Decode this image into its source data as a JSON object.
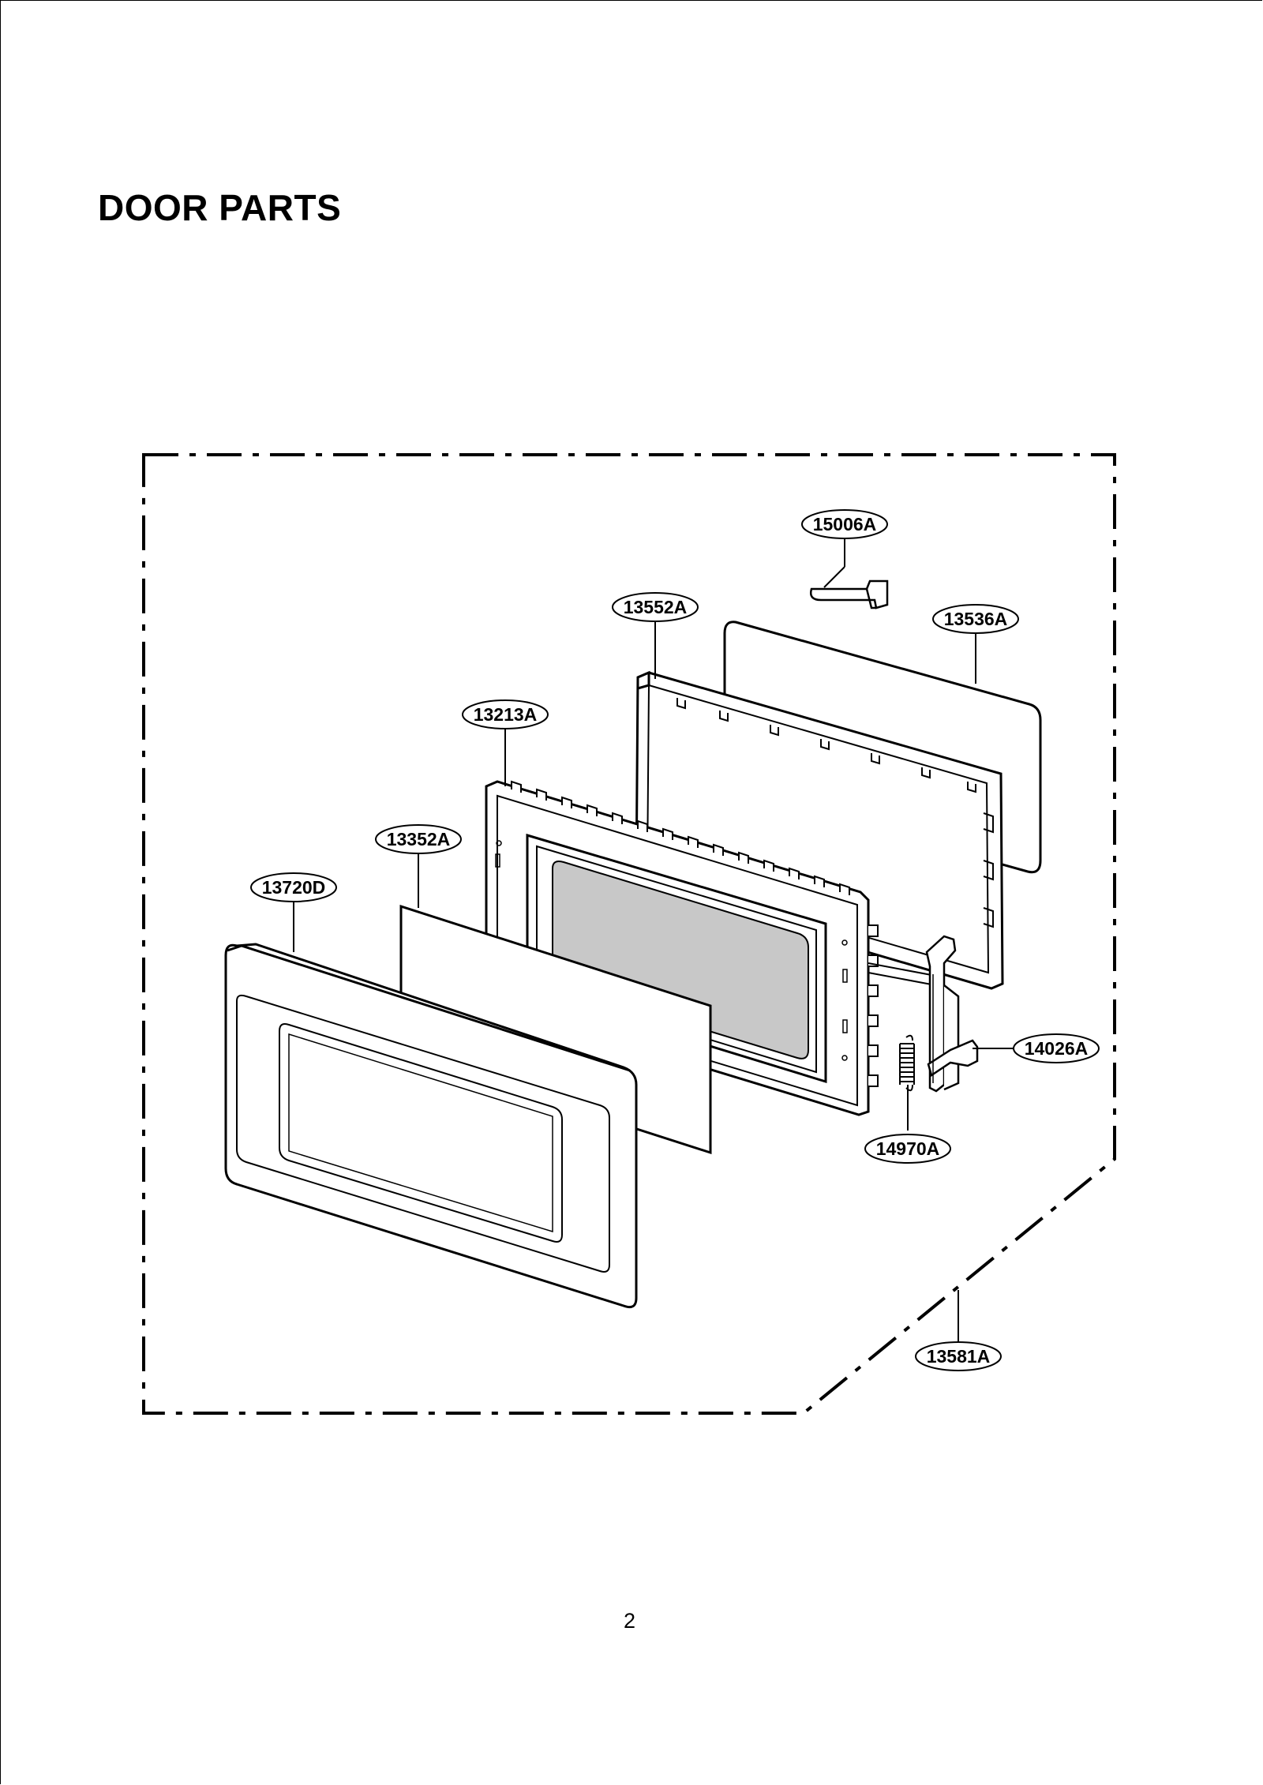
{
  "title": "DOOR PARTS",
  "page_number": "2",
  "parts": [
    {
      "id": "15006A"
    },
    {
      "id": "13552A"
    },
    {
      "id": "13536A"
    },
    {
      "id": "13213A"
    },
    {
      "id": "13352A"
    },
    {
      "id": "13720D"
    },
    {
      "id": "14026A"
    },
    {
      "id": "14970A"
    },
    {
      "id": "13581A"
    }
  ],
  "colors": {
    "line": "#000000",
    "glass": "#c8c8c8",
    "background": "#ffffff"
  }
}
